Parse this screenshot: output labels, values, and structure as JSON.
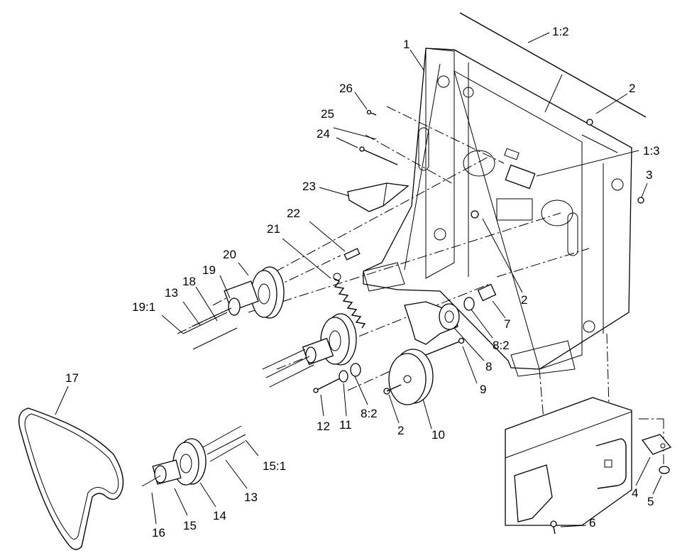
{
  "callouts": {
    "c1": "1",
    "c1_2": "1:2",
    "c2_top": "2",
    "c1_3": "1:3",
    "c3": "3",
    "c26": "26",
    "c25": "25",
    "c24": "24",
    "c23": "23",
    "c22": "22",
    "c21": "21",
    "c20": "20",
    "c19": "19",
    "c18": "18",
    "c13_top": "13",
    "c19_1": "19:1",
    "c2_mid": "2",
    "c7": "7",
    "c8_2_right": "8:2",
    "c8": "8",
    "c9": "9",
    "c10": "10",
    "c2_low": "2",
    "c8_2_low": "8:2",
    "c11": "11",
    "c12": "12",
    "c17": "17",
    "c15_1": "15:1",
    "c13_low": "13",
    "c14": "14",
    "c15": "15",
    "c16": "16",
    "c6": "6",
    "c4": "4",
    "c5": "5"
  }
}
